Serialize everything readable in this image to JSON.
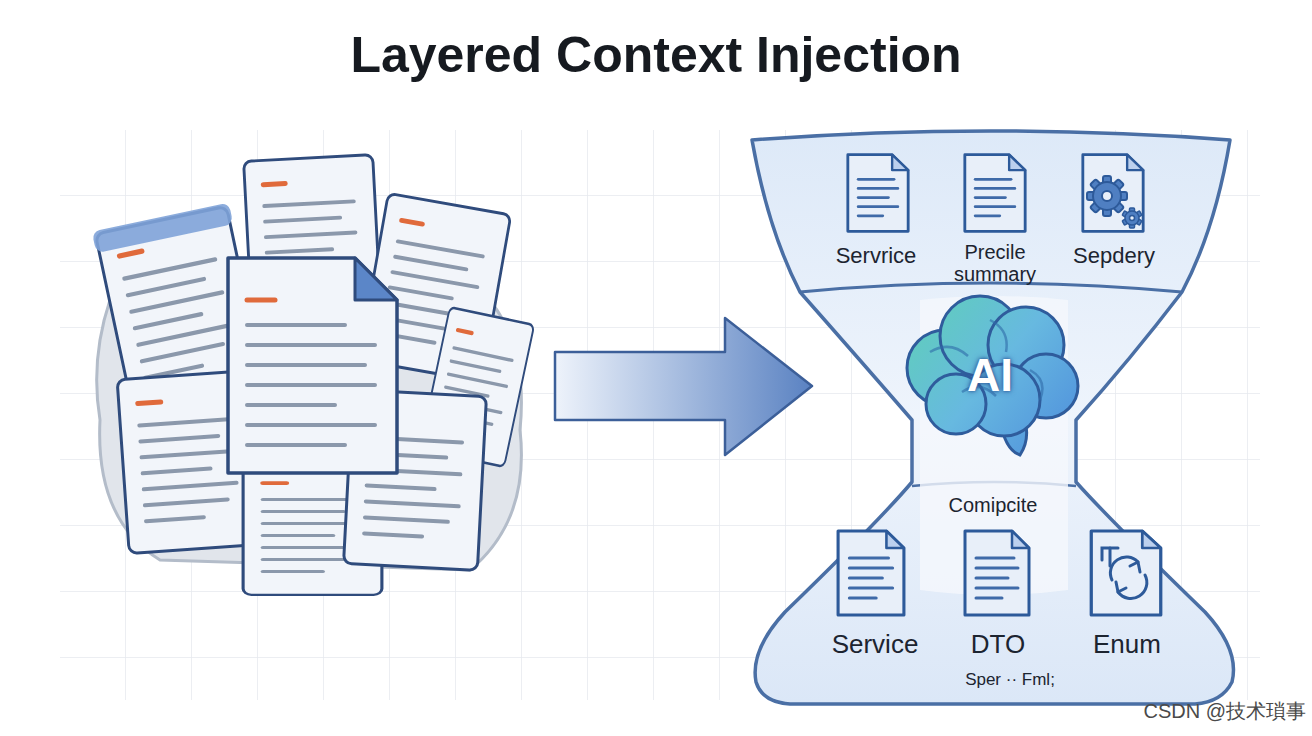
{
  "diagram": {
    "title": "Layered Context Injection",
    "nodes": [
      {
        "text": [
          "Servrice"
        ]
      },
      {
        "text": [
          "Precile summary"
        ]
      },
      {
        "text": [
          "Sepdery"
        ]
      },
      {
        "text": [
          "AI"
        ]
      },
      {
        "text": [
          "Service"
        ]
      },
      {
        "text": [
          "DTO"
        ]
      },
      {
        "text": [
          "Enum"
        ]
      }
    ],
    "labels": [
      "Comipcite",
      "Sper ·· Fml;",
      "CSDN @技术瑣事"
    ]
  }
}
